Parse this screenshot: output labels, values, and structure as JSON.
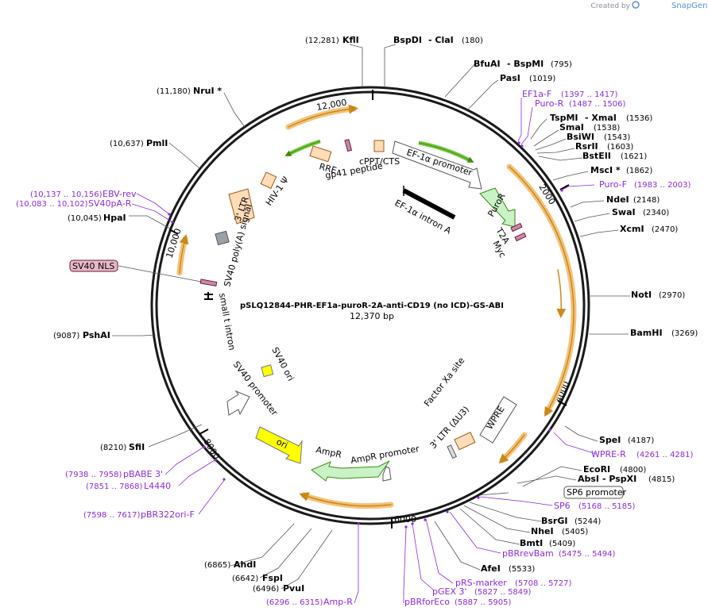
{
  "branding": {
    "created_by": "Created by",
    "product": "SnapGene"
  },
  "plasmid": {
    "name": "pSLQ12844-PHR-EF1a-puroR-2A-anti-CD19 (no ICD)-GS-ABI",
    "length_label": "12,370 bp",
    "length": 12370
  },
  "ticks": [
    "12,000",
    "2000",
    "4000",
    "6000",
    "8000",
    "10,000"
  ],
  "sites": [
    {
      "name": "KflI",
      "coord": "(12,281)"
    },
    {
      "name": "BspDI",
      "coord": ""
    },
    {
      "name": "- ClaI",
      "coord": "(180)"
    },
    {
      "name": "BfuAI",
      "coord": ""
    },
    {
      "name": "- BspMI",
      "coord": "(795)"
    },
    {
      "name": "PasI",
      "coord": "(1019)"
    },
    {
      "name": "TspMI",
      "coord": ""
    },
    {
      "name": "- XmaI",
      "coord": "(1536)"
    },
    {
      "name": "SmaI",
      "coord": "(1538)"
    },
    {
      "name": "BsiWI",
      "coord": "(1543)"
    },
    {
      "name": "RsrII",
      "coord": "(1603)"
    },
    {
      "name": "BstEII",
      "coord": "(1621)"
    },
    {
      "name": "MscI *",
      "coord": "(1862)"
    },
    {
      "name": "NdeI",
      "coord": "(2148)"
    },
    {
      "name": "SwaI",
      "coord": "(2340)"
    },
    {
      "name": "XcmI",
      "coord": "(2470)"
    },
    {
      "name": "NotI",
      "coord": "(2970)"
    },
    {
      "name": "BamHI",
      "coord": "(3269)"
    },
    {
      "name": "SpeI",
      "coord": "(4187)"
    },
    {
      "name": "EcoRI",
      "coord": "(4800)"
    },
    {
      "name": "AbsI",
      "coord": ""
    },
    {
      "name": "- PspXI",
      "coord": "(4815)"
    },
    {
      "name": "BsrGI",
      "coord": "(5244)"
    },
    {
      "name": "NheI",
      "coord": "(5405)"
    },
    {
      "name": "BmtI",
      "coord": "(5409)"
    },
    {
      "name": "AfeI",
      "coord": "(5533)"
    },
    {
      "name": "AhdI",
      "coord": "(6865)"
    },
    {
      "name": "FspI",
      "coord": "(6642)"
    },
    {
      "name": "PvuI",
      "coord": "(6496)"
    },
    {
      "name": "SfiI",
      "coord": "(8210)"
    },
    {
      "name": "PshAI",
      "coord": "(9087)"
    },
    {
      "name": "HpaI",
      "coord": "(10,045)"
    },
    {
      "name": "PmlI",
      "coord": "(10,637)"
    },
    {
      "name": "NruI *",
      "coord": "(11,180)"
    }
  ],
  "primers": [
    {
      "name": "EF1a-F",
      "coord": "(1397 .. 1417)"
    },
    {
      "name": "Puro-R",
      "coord": "(1487 .. 1506)"
    },
    {
      "name": "Puro-F",
      "coord": "(1983 .. 2003)"
    },
    {
      "name": "WPRE-R",
      "coord": "(4261 .. 4281)"
    },
    {
      "name": "SP6",
      "coord": "(5168 .. 5185)"
    },
    {
      "name": "pBRrevBam",
      "coord": "(5475 .. 5494)"
    },
    {
      "name": "pRS-marker",
      "coord": "(5708 .. 5727)"
    },
    {
      "name": "pGEX 3'",
      "coord": "(5827 .. 5849)"
    },
    {
      "name": "pBRforEco",
      "coord": "(5887 .. 5905)"
    },
    {
      "name": "Amp-R",
      "coord": "(6296 .. 6315)"
    },
    {
      "name": "pBR322ori-F",
      "coord": "(7598 .. 7617)"
    },
    {
      "name": "L4440",
      "coord": "(7851 .. 7868)"
    },
    {
      "name": "pBABE 3'",
      "coord": "(7938 .. 7958)"
    },
    {
      "name": "SV40pA-R",
      "coord": "(10,083 .. 10,102)"
    },
    {
      "name": "EBV-rev",
      "coord": "(10,137 .. 10,156)"
    }
  ],
  "features": {
    "ef1a_promoter": "EF-1α promoter",
    "ef1a_intron": "EF-1α intron A",
    "puror": "PuroR",
    "t2a": "T2A",
    "myc": "Myc",
    "cppt": "cPPT/CTS",
    "rre": "RRE",
    "gp41": "gp41 peptide",
    "hiv_psi": "HIV-1 Ψ",
    "ltr3": "3' LTR",
    "sv40_polya": "SV40 poly(A) signal",
    "sv40_nls": "SV40 NLS",
    "small_t": "small t intron",
    "sv40_ori": "SV40 ori",
    "sv40_promoter": "SV40 promoter",
    "ori": "ori",
    "ampr": "AmpR",
    "ampr_promoter": "AmpR promoter",
    "ltr3_du3": "3' LTR (ΔU3)",
    "wpre": "WPRE",
    "factor_xa": "Factor Xa site",
    "sp6_promoter": "SP6 promoter"
  },
  "colors": {
    "backbone": "#1a1a1a",
    "orf_orange": "#f5c27a",
    "orf_line": "#c98a1a",
    "promoter_green": "#7ac943",
    "puro_fill": "#c9f2c7",
    "ampr_fill": "#c9f2c7",
    "ori_fill": "#ffff00",
    "ltr_fill": "#fddcb8",
    "primer": "#8a2be2",
    "nls_fill": "#e6b8c8"
  }
}
